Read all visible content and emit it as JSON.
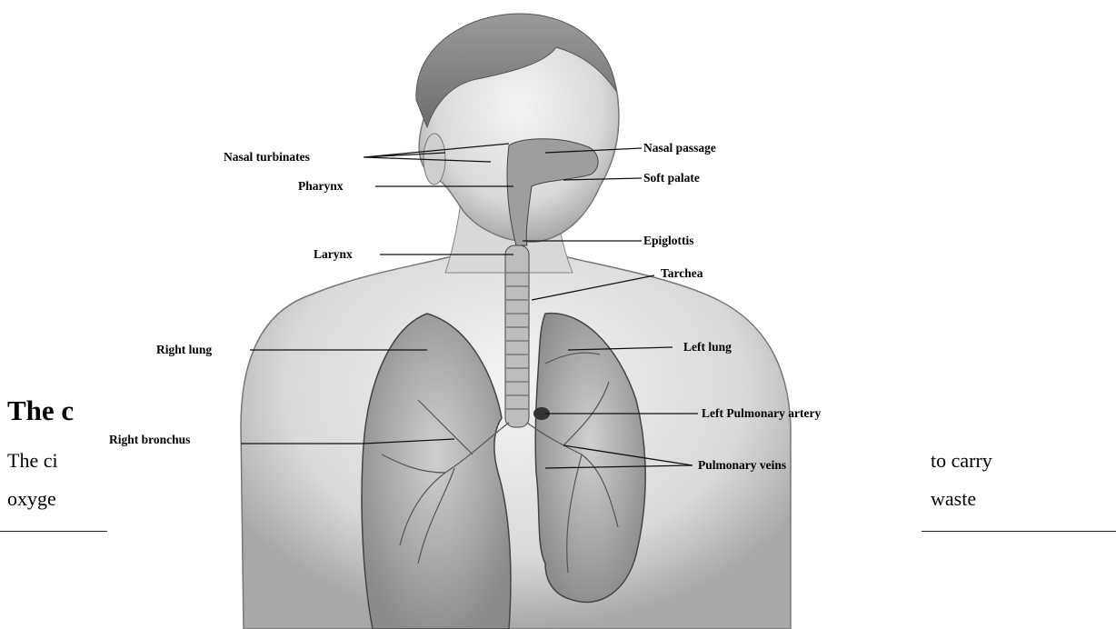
{
  "document": {
    "heading_visible": "The c",
    "paragraph_line1_left": "The ci",
    "paragraph_line1_right": "to carry",
    "paragraph_line2_left": "oxyge",
    "paragraph_line2_right": "waste"
  },
  "figure": {
    "labels": {
      "nasal_turbinates": "Nasal turbinates",
      "pharynx": "Pharynx",
      "larynx": "Larynx",
      "right_lung": "Right lung",
      "right_bronchus": "Right bronchus",
      "nasal_passage": "Nasal passage",
      "soft_palate": "Soft palate",
      "epiglottis": "Epiglottis",
      "trachea": "Tarchea",
      "left_lung": "Left lung",
      "left_pulmonary_artery": "Left Pulmonary artery",
      "pulmonary_veins": "Pulmonary veins"
    }
  }
}
